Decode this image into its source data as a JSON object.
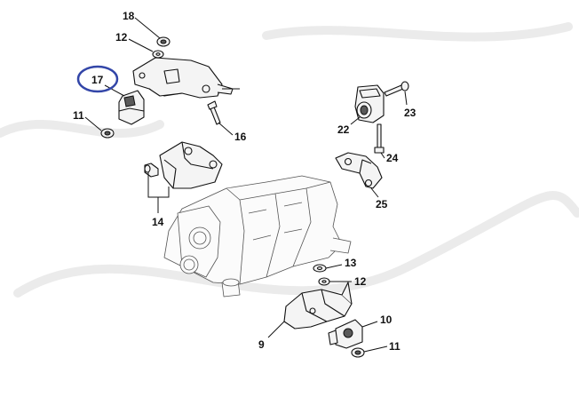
{
  "diagram": {
    "callouts": {
      "c18": "18",
      "c12_top": "12",
      "c17": "17",
      "c11_top": "11",
      "c16": "16",
      "c14": "14",
      "c22": "22",
      "c23": "23",
      "c24": "24",
      "c25": "25",
      "c13": "13",
      "c12_bottom": "12",
      "c10": "10",
      "c9": "9",
      "c11_bottom": "11"
    },
    "highlight_color": "#3346a8",
    "line_color": "#111111"
  }
}
